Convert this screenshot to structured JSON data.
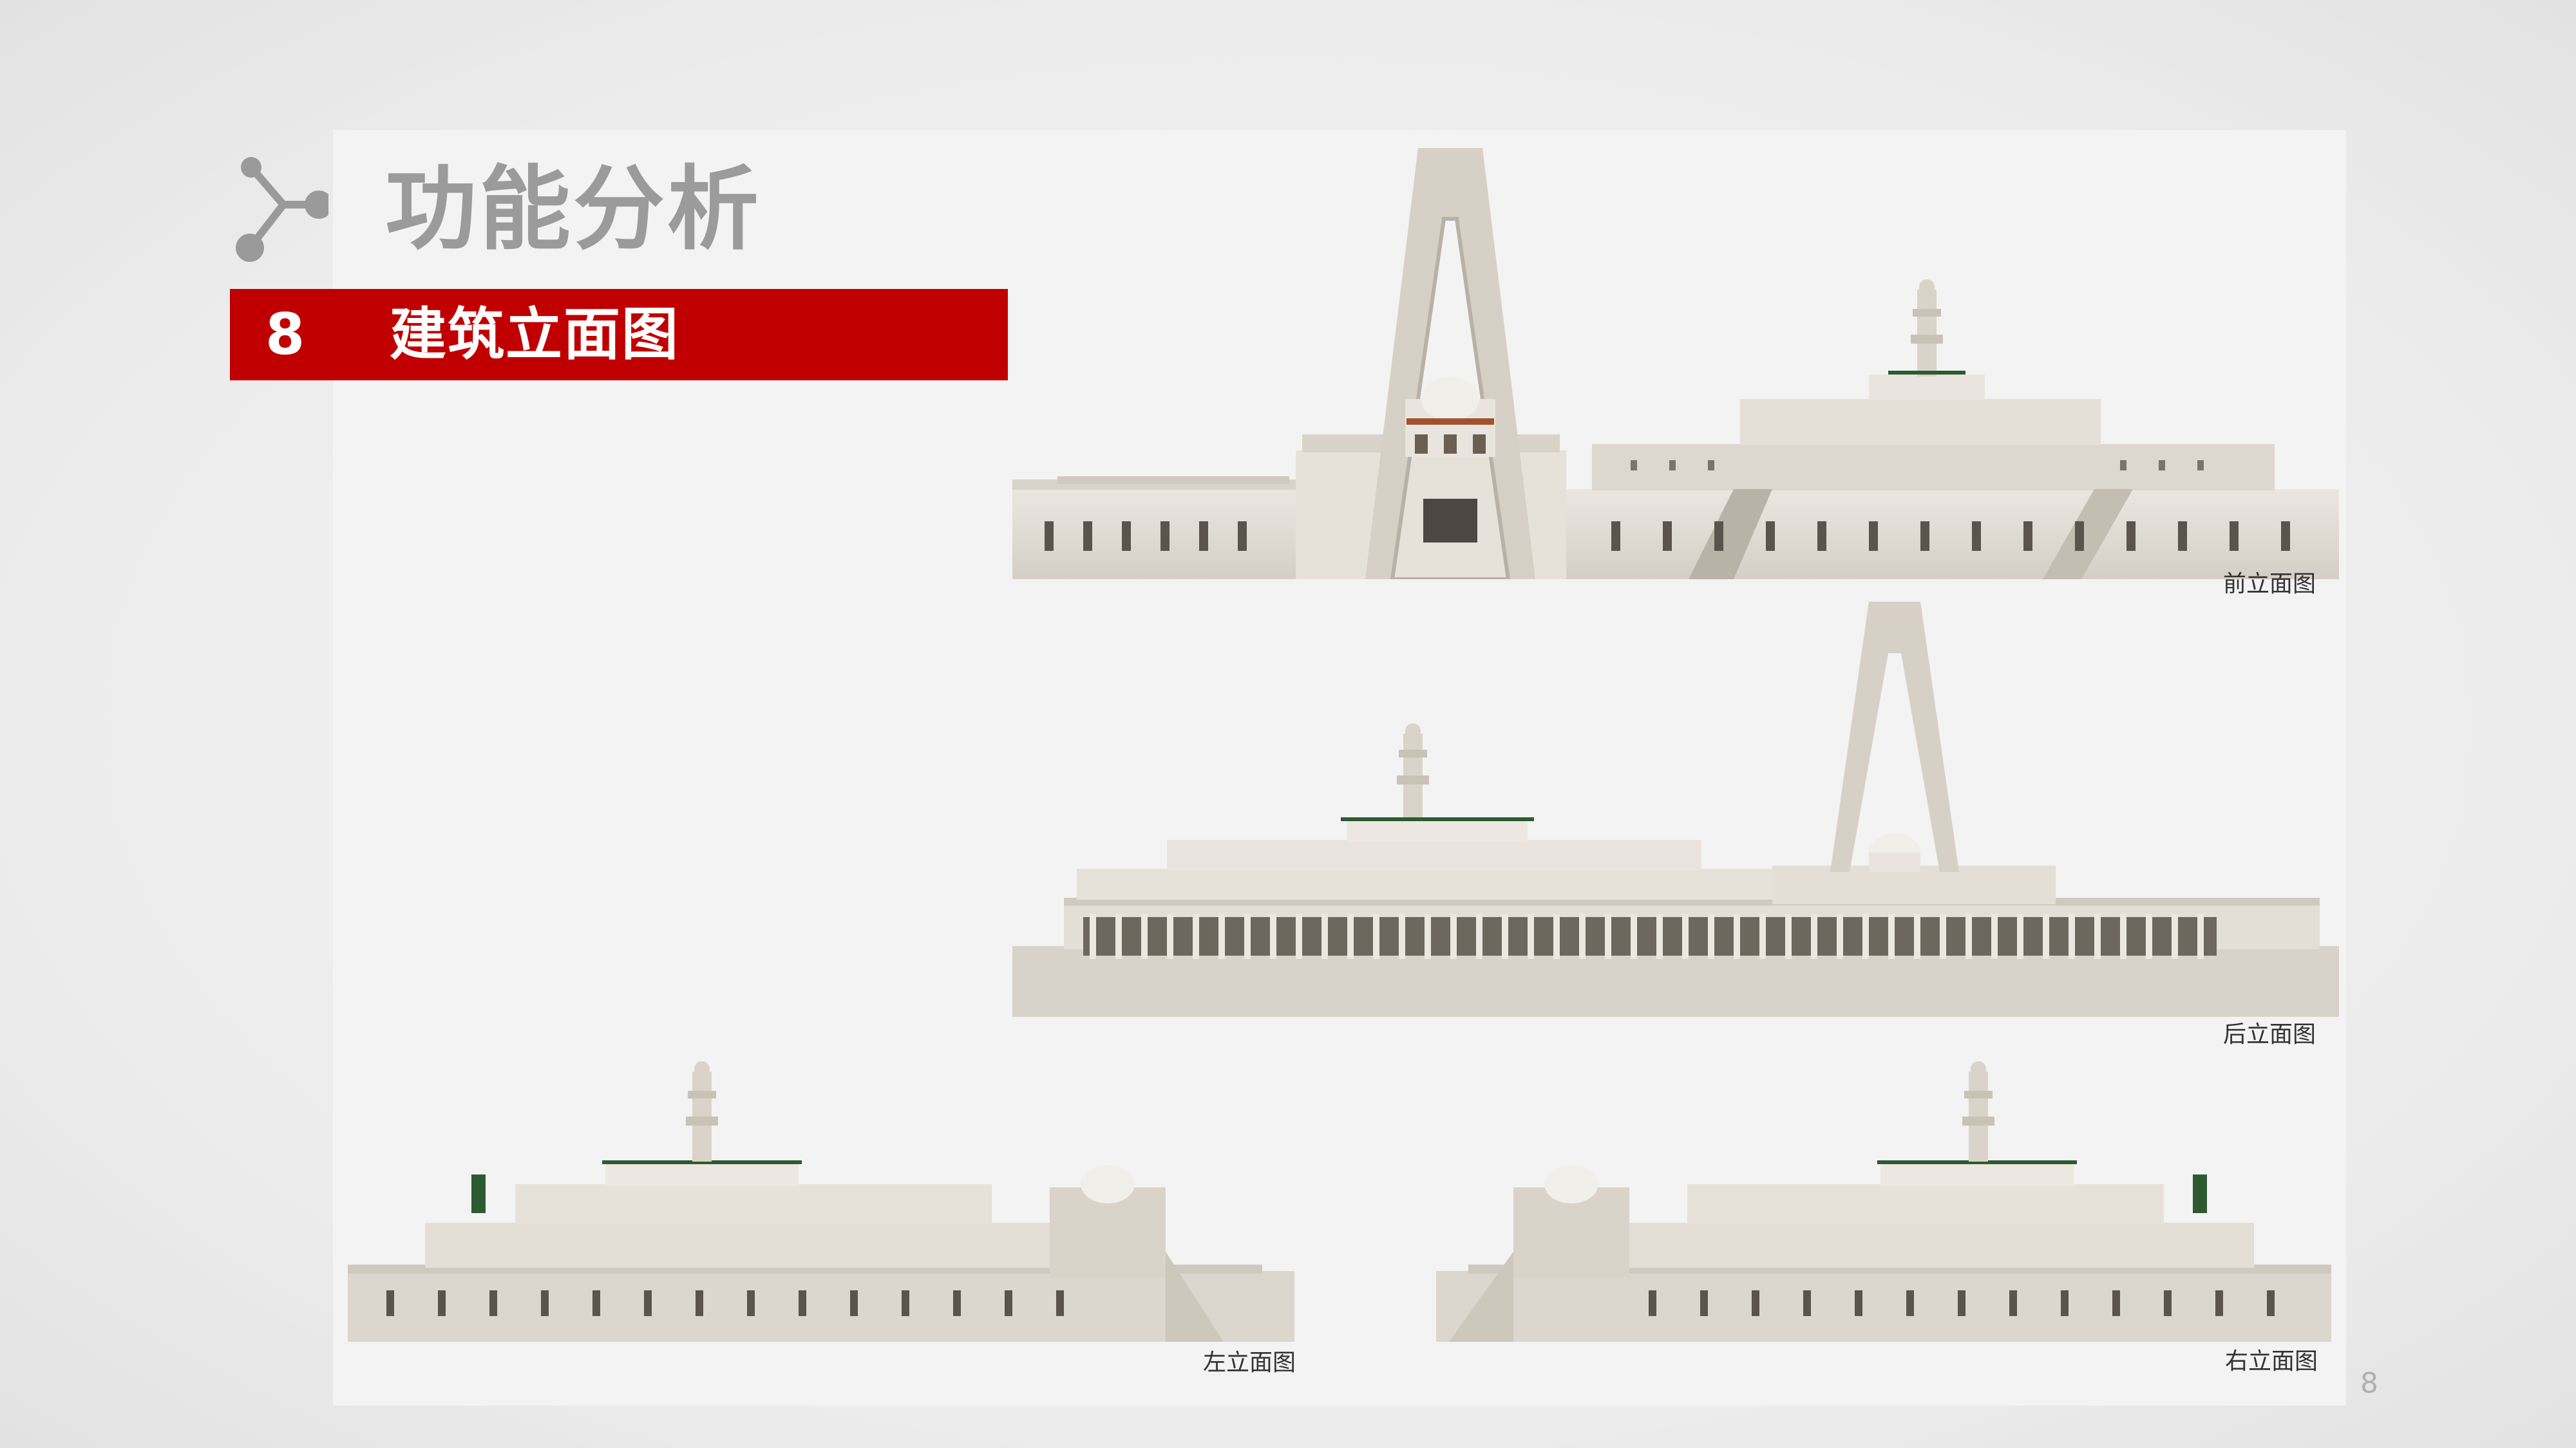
{
  "header": {
    "title": "功能分析",
    "section_number": "8",
    "section_title": "建筑立面图"
  },
  "elevations": {
    "front": "前立面图",
    "rear": "后立面图",
    "left": "左立面图",
    "right": "右立面图"
  },
  "page_number": "8",
  "colors": {
    "accent": "#c00000",
    "title_gray": "#9b9b9b",
    "stone": "#e1ddd6"
  }
}
